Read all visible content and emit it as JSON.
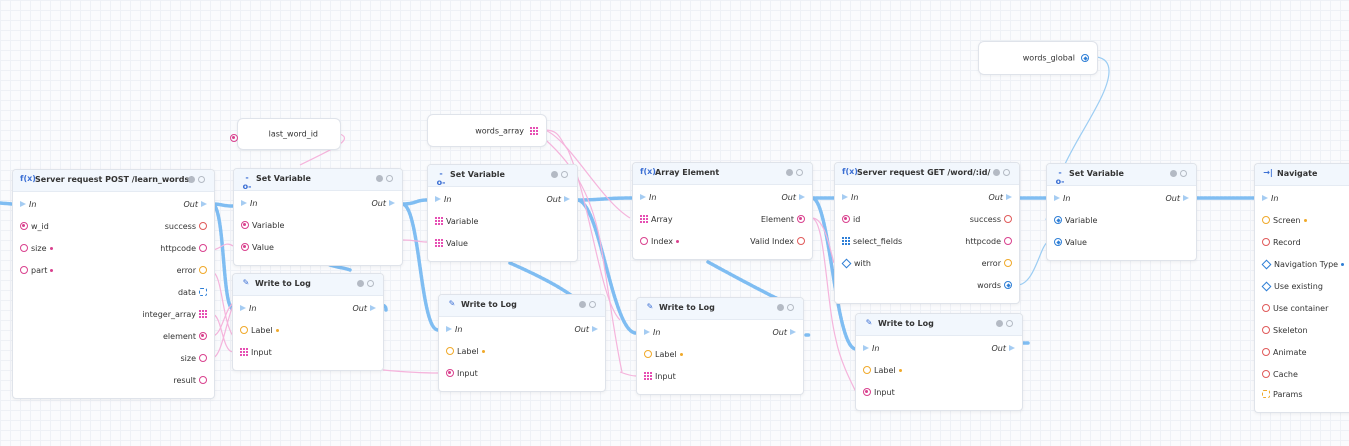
{
  "nodes": {
    "srv_post": {
      "title": "Server request POST /learn_words/",
      "in": "In",
      "out": "Out",
      "inputs": [
        "w_id",
        "size",
        "part"
      ],
      "outputs": [
        "success",
        "httpcode",
        "error",
        "data",
        "integer_array",
        "element",
        "size",
        "result"
      ]
    },
    "setvar1": {
      "title": "Set Variable",
      "in": "In",
      "out": "Out",
      "inputs": [
        "Variable",
        "Value"
      ]
    },
    "log1": {
      "title": "Write to Log",
      "in": "In",
      "out": "Out",
      "inputs": [
        "Label",
        "Input"
      ]
    },
    "setvar2": {
      "title": "Set Variable",
      "in": "In",
      "out": "Out",
      "inputs": [
        "Variable",
        "Value"
      ]
    },
    "log2": {
      "title": "Write to Log",
      "in": "In",
      "out": "Out",
      "inputs": [
        "Label",
        "Input"
      ]
    },
    "arrel": {
      "title": "Array Element",
      "in": "In",
      "out": "Out",
      "inputs": [
        "Array",
        "Index"
      ],
      "outputs": [
        "Element",
        "Valid Index"
      ]
    },
    "log3": {
      "title": "Write to Log",
      "in": "In",
      "out": "Out",
      "inputs": [
        "Label",
        "Input"
      ]
    },
    "srv_get": {
      "title": "Server request GET /word/:id/",
      "in": "In",
      "out": "Out",
      "inputs": [
        "id",
        "select_fields",
        "with"
      ],
      "outputs": [
        "success",
        "httpcode",
        "error",
        "words"
      ]
    },
    "log4": {
      "title": "Write to Log",
      "in": "In",
      "out": "Out",
      "inputs": [
        "Label",
        "Input"
      ]
    },
    "setvar3": {
      "title": "Set Variable",
      "in": "In",
      "out": "Out",
      "inputs": [
        "Variable",
        "Value"
      ]
    },
    "navigate": {
      "title": "Navigate",
      "in": "In",
      "inputs": [
        "Screen",
        "Record",
        "Navigation Type",
        "Use existing",
        "Use container",
        "Skeleton",
        "Animate",
        "Cache",
        "Params"
      ]
    }
  },
  "variables": {
    "last_word_id": "last_word_id",
    "words_array": "words_array",
    "words_global": "words_global"
  },
  "colors": {
    "pink": "#d9418e",
    "blue": "#2f7fd6",
    "orange": "#f0a92a",
    "red": "#e05a5a",
    "wire_blue": "#6ab0ee",
    "wire_pink": "#f5b4dc"
  }
}
